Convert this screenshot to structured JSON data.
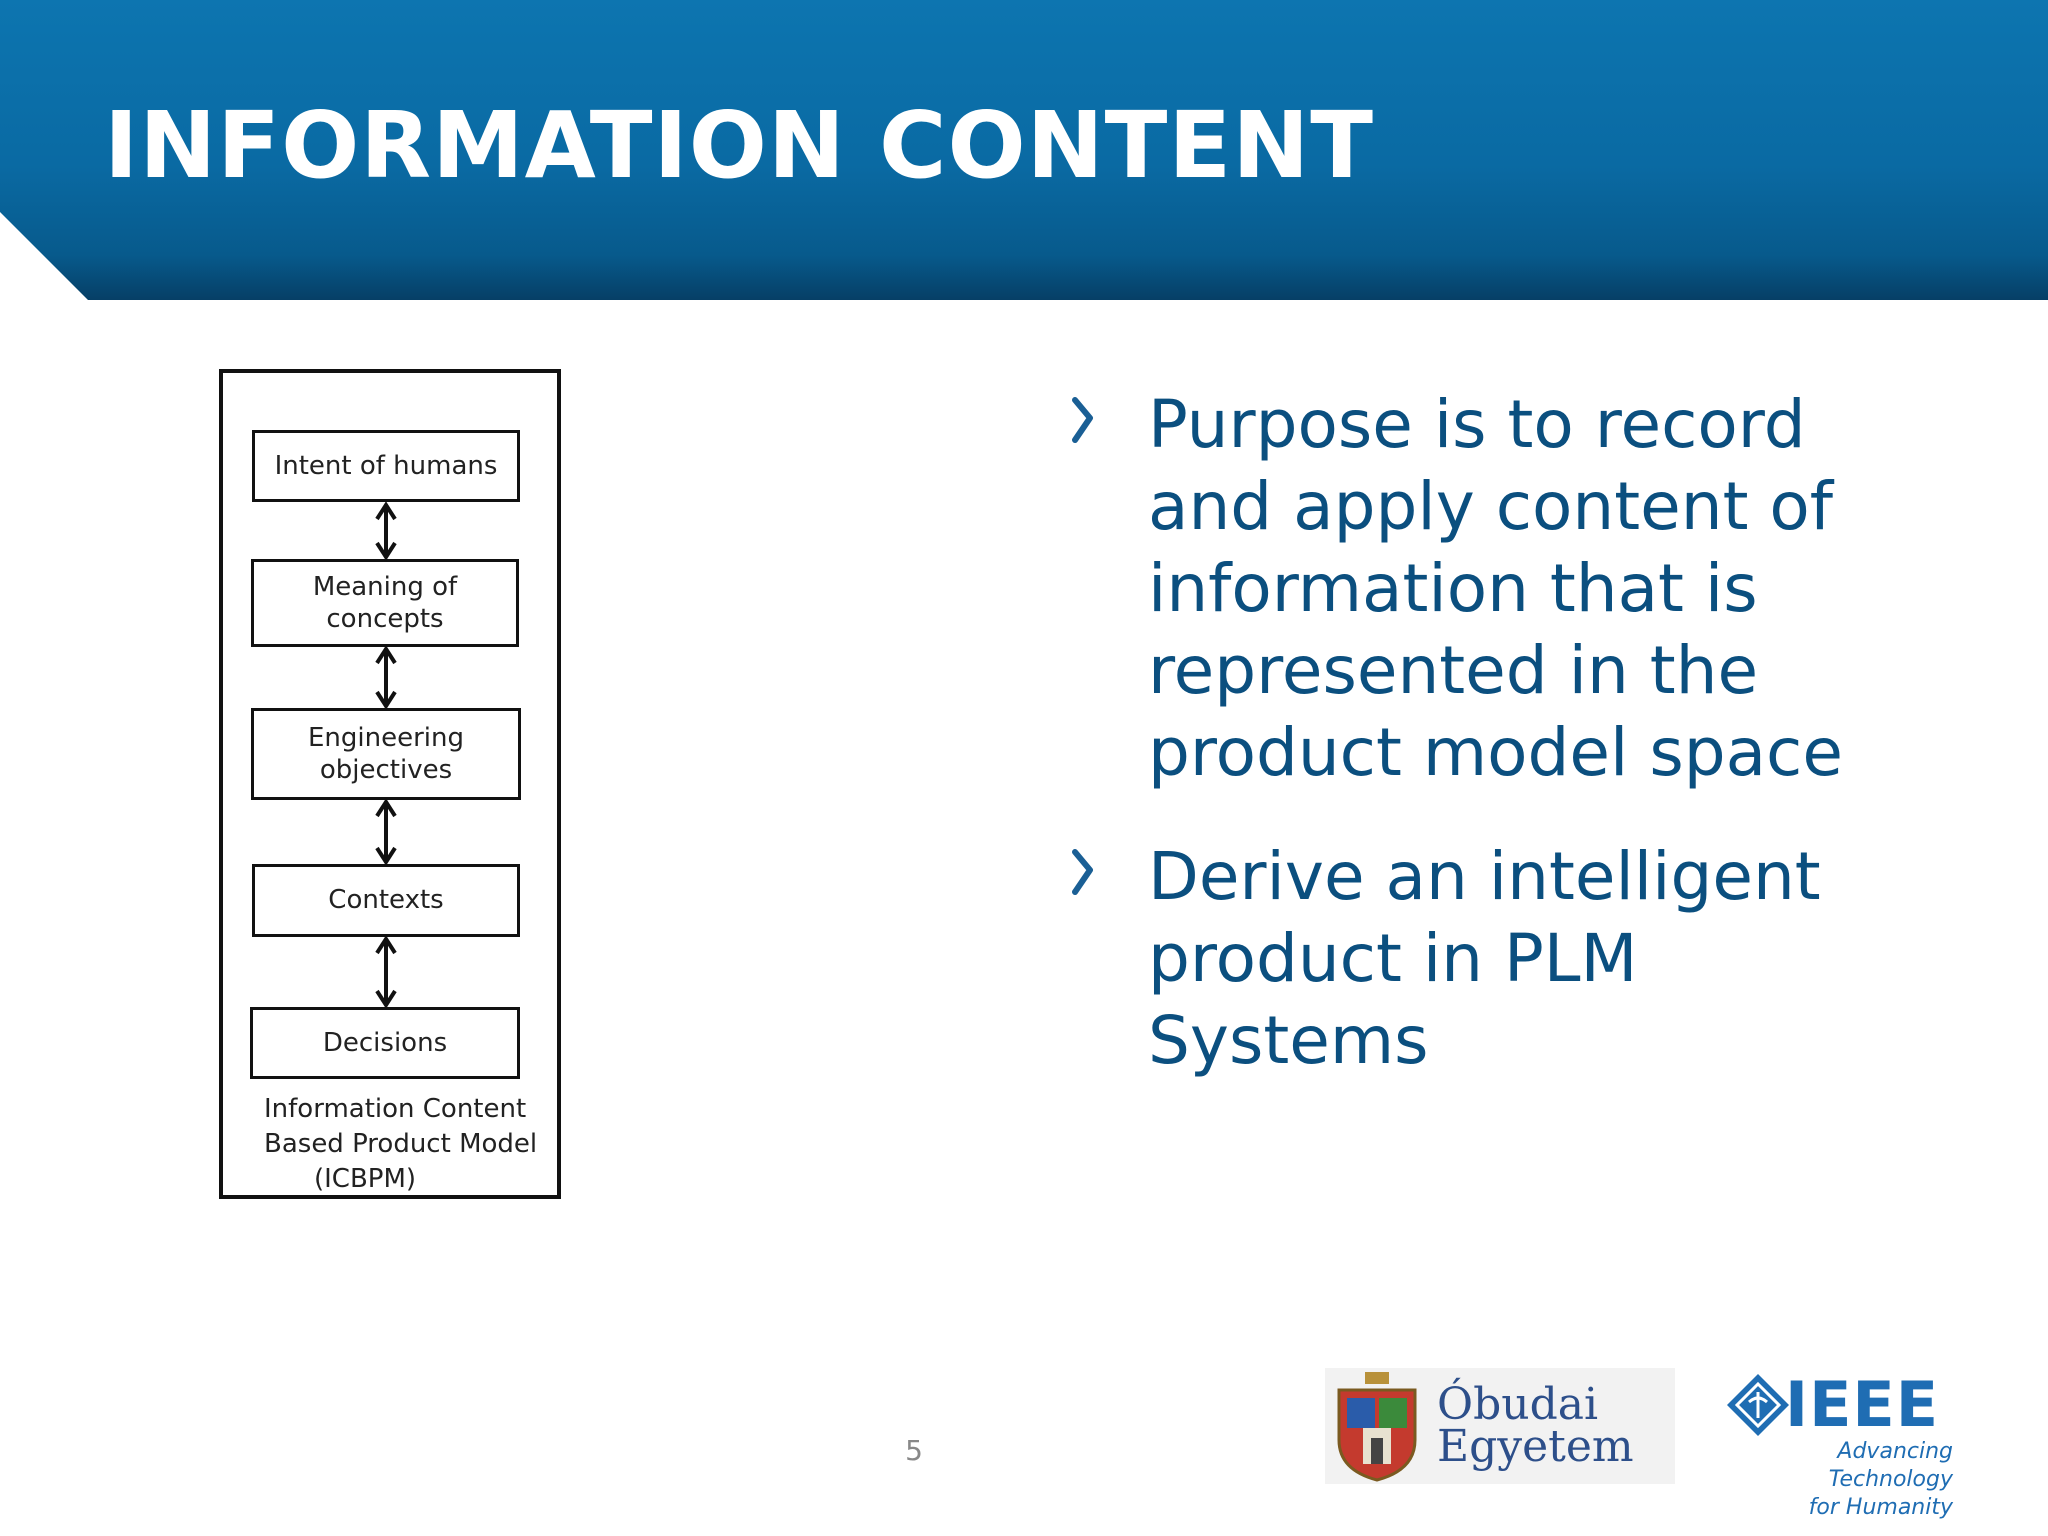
{
  "slide": {
    "title": "INFORMATION CONTENT",
    "page_number": "5",
    "header_color": "#0a6aa3",
    "bullet_color": "#0b4f7f"
  },
  "diagram": {
    "nodes": [
      "Intent of humans",
      "Meaning of concepts",
      "Engineering\nobjectives",
      "Contexts",
      "Decisions"
    ],
    "caption_lines": [
      "Information Content",
      "Based Product Model",
      "(ICBPM)"
    ]
  },
  "bullets": [
    "Purpose is to record\nand apply content of\ninformation that is\nrepresented in the\nproduct model space",
    "Derive an intelligent\nproduct  in PLM\nSystems"
  ],
  "logos": {
    "obuda": {
      "line1": "Óbudai",
      "line2": "Egyetem"
    },
    "ieee": {
      "word": "IEEE",
      "tagline": "Advancing Technology\nfor Humanity"
    }
  }
}
